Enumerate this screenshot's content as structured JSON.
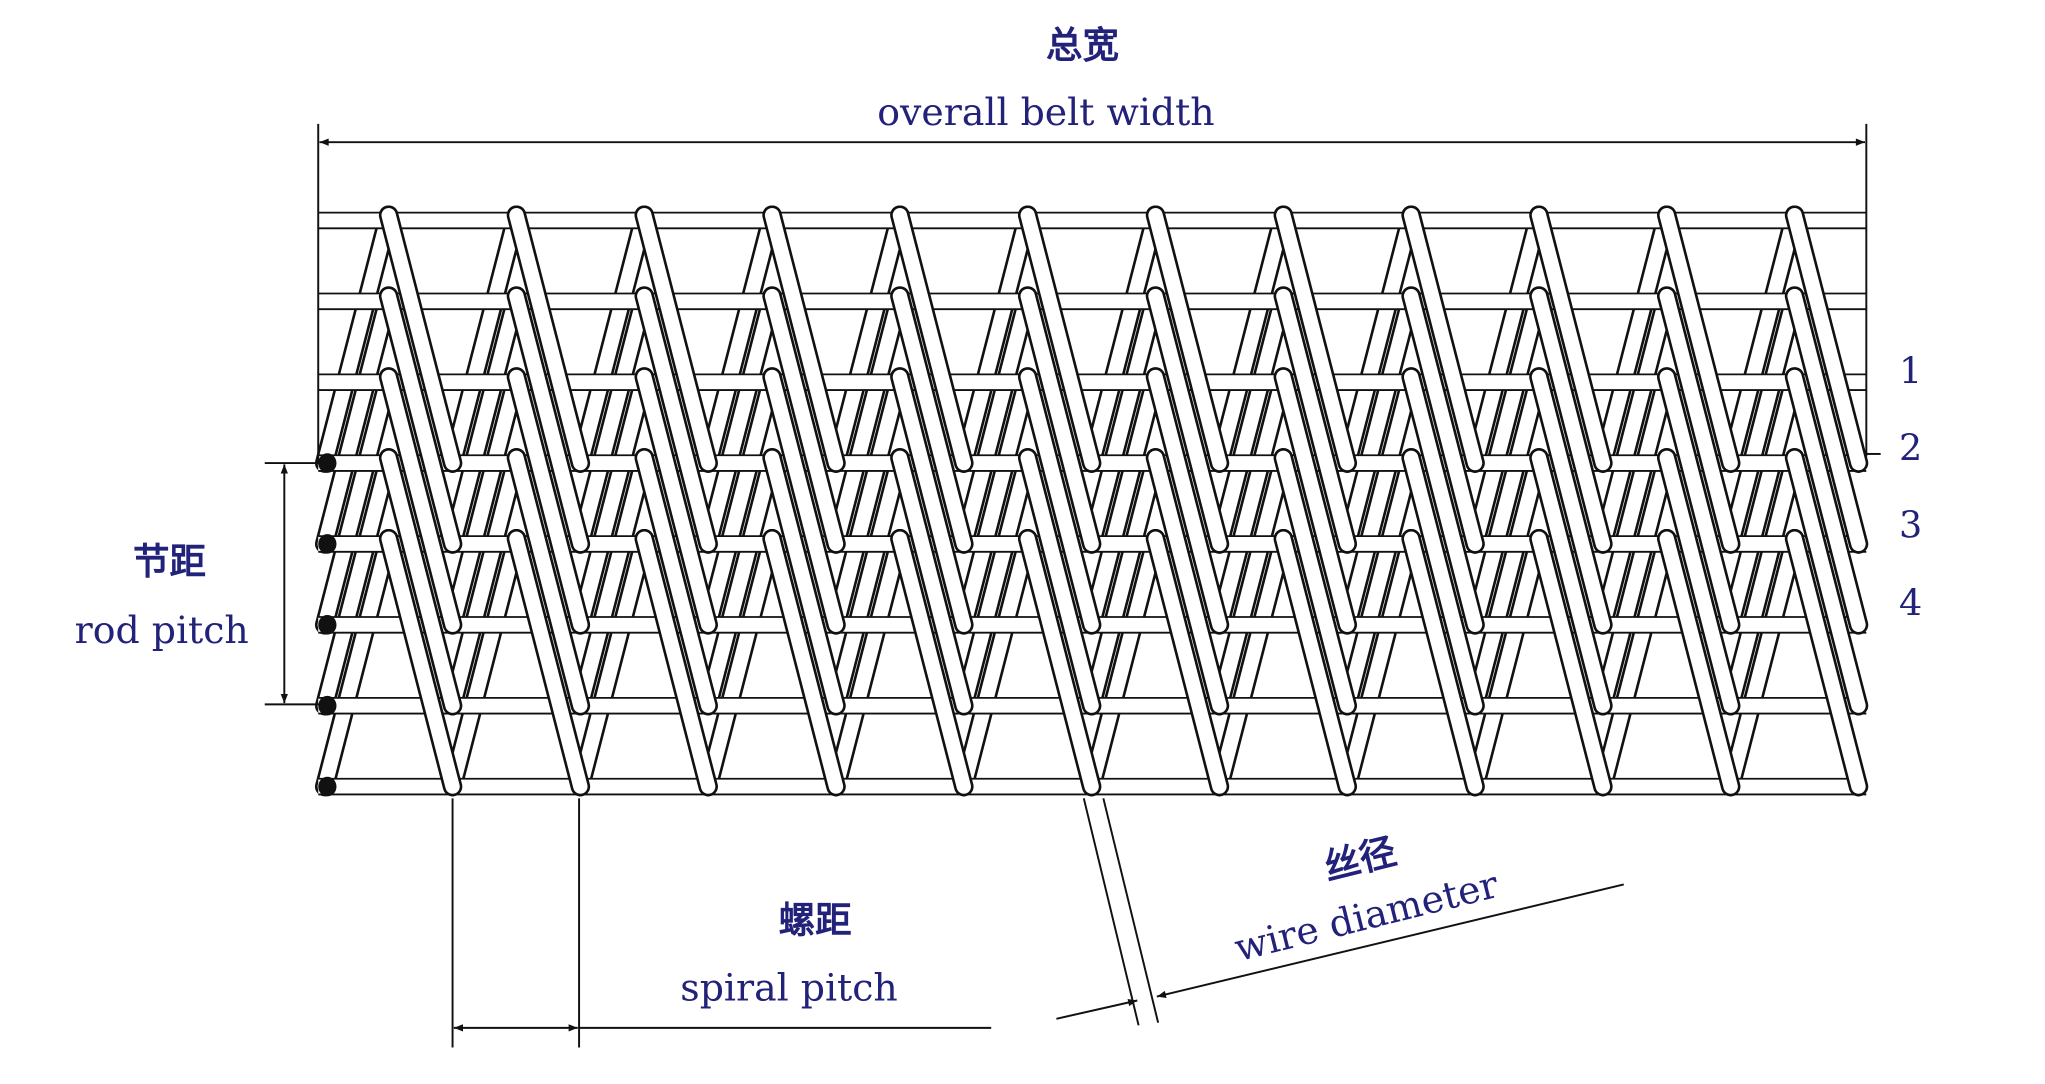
{
  "title": {
    "cn": "总宽",
    "en": "overall belt width"
  },
  "rod_pitch": {
    "cn": "节距",
    "en": "rod pitch"
  },
  "spiral_pitch": {
    "cn": "螺距",
    "en": "spiral pitch"
  },
  "wire_diameter": {
    "cn": "丝径",
    "en": "wire diameter"
  },
  "callouts": [
    "1",
    "2",
    "3",
    "4"
  ],
  "colors": {
    "label": "#22227a",
    "line": "#1a1a1a",
    "background": "#ffffff"
  }
}
